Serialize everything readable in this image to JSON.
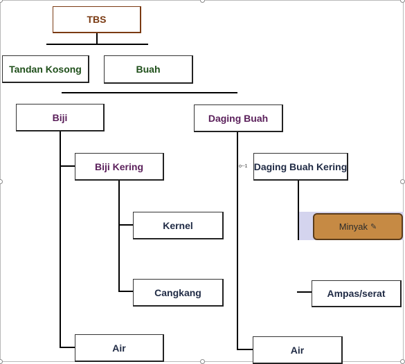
{
  "diagram": {
    "nodes": {
      "tbs": "TBS",
      "tandan_kosong": "Tandan Kosong",
      "buah": "Buah",
      "biji": "Biji",
      "daging_buah": "Daging Buah",
      "biji_kering": "Biji Kering",
      "daging_buah_kering": "Daging Buah Kering",
      "kernel": "Kernel",
      "cangkang": "Cangkang",
      "minyak": "Minyak",
      "ampas_serat": "Ampas/serat",
      "air_left": "Air",
      "air_right": "Air"
    },
    "connector_label": "o--1",
    "colors": {
      "tbs": "#7a3a12",
      "green": "#1f4f1a",
      "purple": "#5a1f5a",
      "navy": "#1f2a44",
      "minyak_fill": "#c68a44",
      "selection": "#d4d4ee"
    }
  }
}
